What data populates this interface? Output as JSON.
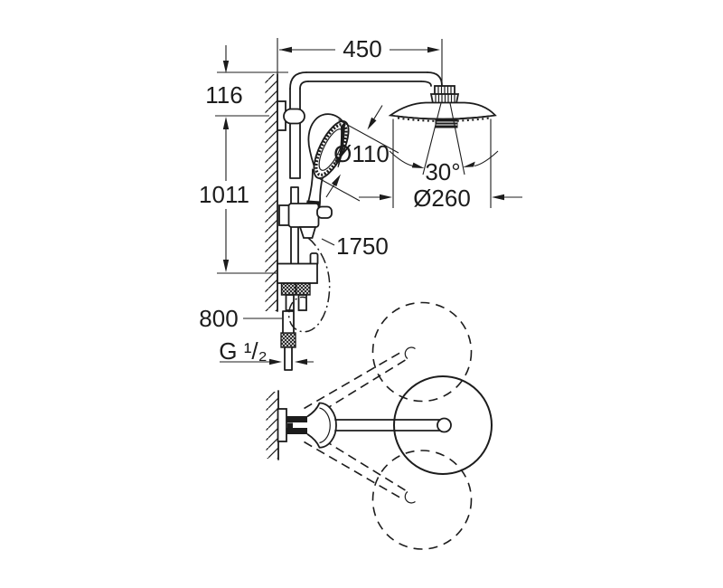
{
  "page": {
    "background": "#ffffff"
  },
  "diagram": {
    "name": "shower-system-dimension-drawing",
    "line_color": "#1c1c1c",
    "views": [
      "side-elevation",
      "top-plan-swivel-range"
    ],
    "dimensions": {
      "arm_width": "450",
      "top_offset": "116",
      "rail_height": "1011",
      "hand_shower_diameter": "Ø110",
      "spray_angle": "30°",
      "head_shower_diameter": "Ø260",
      "hose_length": "1750",
      "outlet_label": "800",
      "connection_thread": "G ¹/₂"
    }
  }
}
